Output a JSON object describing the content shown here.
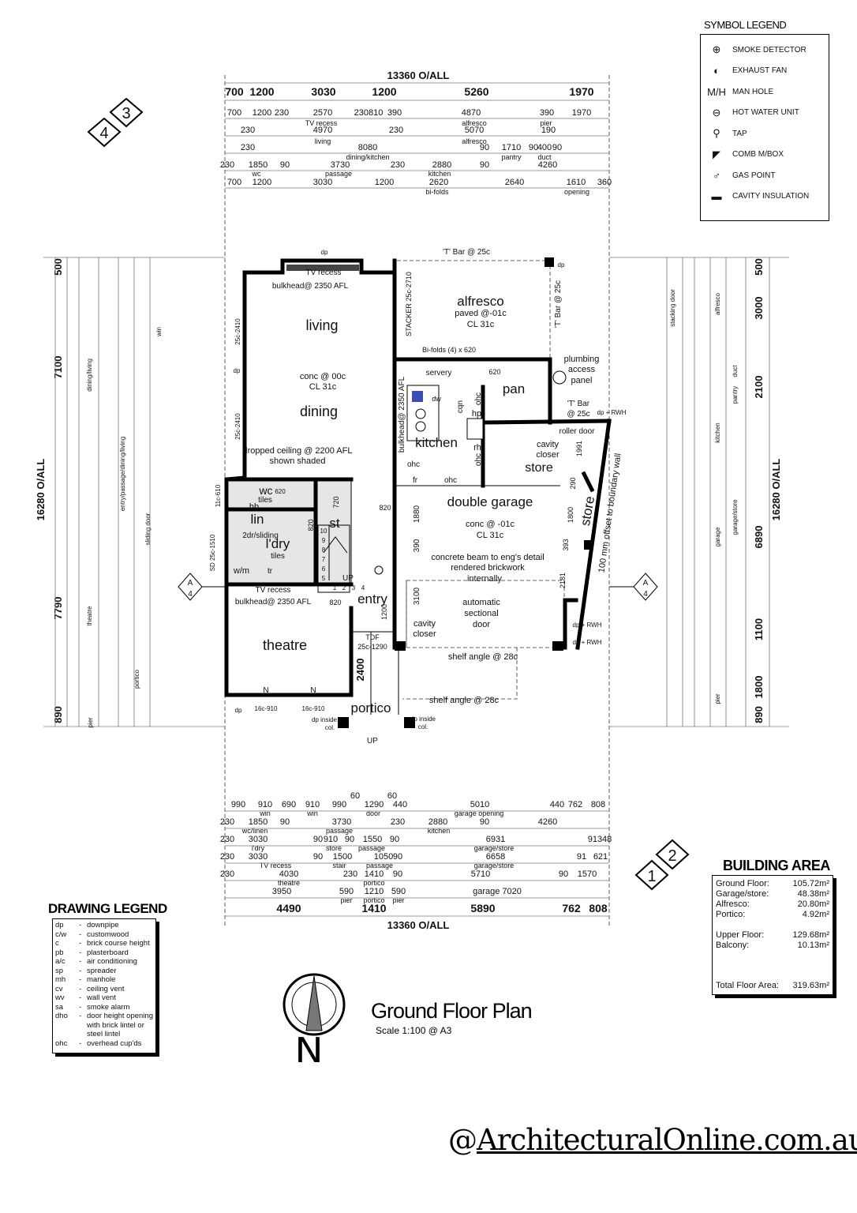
{
  "symbol_legend": {
    "title": "SYMBOL LEGEND",
    "items": [
      {
        "icon": "smoke-detector-icon",
        "glyph": "⊕",
        "label": "SMOKE DETECTOR"
      },
      {
        "icon": "exhaust-fan-icon",
        "glyph": "◐",
        "label": "EXHAUST FAN"
      },
      {
        "icon": "manhole-icon",
        "glyph": "M/H",
        "label": "MAN HOLE"
      },
      {
        "icon": "hot-water-unit-icon",
        "glyph": "⊖",
        "label": "HOT WATER UNIT"
      },
      {
        "icon": "tap-icon",
        "glyph": "⚲",
        "label": "TAP"
      },
      {
        "icon": "meter-box-icon",
        "glyph": "◤",
        "label": "COMB M/BOX"
      },
      {
        "icon": "gas-point-icon",
        "glyph": "♂",
        "label": "GAS POINT"
      },
      {
        "icon": "cavity-insulation-icon",
        "glyph": "▬",
        "label": "CAVITY INSULATION"
      }
    ]
  },
  "building_area": {
    "title": "BUILDING AREA",
    "rows": [
      {
        "label": "Ground Floor:",
        "value": "105.72m²"
      },
      {
        "label": "Garage/store:",
        "value": "48.38m²"
      },
      {
        "label": "Alfresco:",
        "value": "20.80m²"
      },
      {
        "label": "Portico:",
        "value": "4.92m²"
      },
      {
        "label": "Upper Floor:",
        "value": "129.68m²"
      },
      {
        "label": "Balcony:",
        "value": "10.13m²"
      }
    ],
    "total": {
      "label": "Total Floor Area:",
      "value": "319.63m²"
    }
  },
  "drawing_legend": {
    "title": "DRAWING LEGEND",
    "items": [
      [
        "dp",
        "downpipe"
      ],
      [
        "c/w",
        "customwood"
      ],
      [
        "c",
        "brick course height"
      ],
      [
        "pb",
        "plasterboard"
      ],
      [
        "a/c",
        "air conditioning"
      ],
      [
        "sp",
        "spreader"
      ],
      [
        "mh",
        "manhole"
      ],
      [
        "cv",
        "ceiling vent"
      ],
      [
        "wv",
        "wall vent"
      ],
      [
        "sa",
        "smoke alarm"
      ],
      [
        "dho",
        "door height opening with brick lintel or steel lintel"
      ],
      [
        "ohc",
        "overhead cup'ds"
      ]
    ]
  },
  "top_dimensions": {
    "overall": "13360 O/ALL",
    "rows": [
      [
        "700",
        "1200",
        "3030",
        "1200",
        "5260",
        "1970"
      ],
      [
        "700",
        "1200",
        "230",
        "2570",
        "230810",
        "390",
        "4870",
        "390",
        "1970"
      ],
      [
        "TV recess",
        "alfresco",
        "pier"
      ],
      [
        "230",
        "4970",
        "230",
        "5070",
        "190"
      ],
      [
        "living",
        "alfresco"
      ],
      [
        "230",
        "8080",
        "90",
        "1710",
        "90",
        "400",
        "90"
      ],
      [
        "dining/kitchen",
        "pantry",
        "duct"
      ],
      [
        "230",
        "1850",
        "90",
        "3730",
        "230",
        "2880",
        "90",
        "4260"
      ],
      [
        "wc",
        "passage",
        "kitchen"
      ],
      [
        "700",
        "1200",
        "3030",
        "1200",
        "2620",
        "2640",
        "1610",
        "360"
      ],
      [
        "bi-folds",
        "opening"
      ]
    ]
  },
  "bottom_dimensions": {
    "overall": "13360 O/ALL",
    "rows": [
      [
        "990",
        "910",
        "690",
        "910",
        "990",
        "60",
        "1290",
        "60",
        "440",
        "5010",
        "440",
        "762",
        "808"
      ],
      [
        "win",
        "win",
        "door",
        "garage opening"
      ],
      [
        "230",
        "1850",
        "90",
        "3730",
        "230",
        "2880",
        "90",
        "4260"
      ],
      [
        "wc/linen",
        "passage",
        "kitchen"
      ],
      [
        "230",
        "3030",
        "90",
        "910",
        "90",
        "1550",
        "90",
        "6931",
        "91348"
      ],
      [
        "l'dry",
        "store",
        "passage",
        "garage/store"
      ],
      [
        "230",
        "3030",
        "90",
        "1500",
        "1050",
        "90",
        "6658",
        "91",
        "621"
      ],
      [
        "TV recess",
        "stair",
        "passage",
        "garage/store"
      ],
      [
        "230",
        "4030",
        "230",
        "1410",
        "90",
        "5710",
        "90",
        "1570"
      ],
      [
        "theatre",
        "portico"
      ],
      [
        "3950",
        "590",
        "1210",
        "590",
        "garage 7020"
      ],
      [
        "pier",
        "portico",
        "pier"
      ],
      [
        "4490",
        "1410",
        "5890",
        "762",
        "808"
      ]
    ]
  },
  "left_dimensions": {
    "overall": "16280 O/ALL",
    "main": [
      "500",
      "7100",
      "7790",
      "890"
    ],
    "notes": [
      "dining/living",
      "entry/passage/dining/living",
      "theatre",
      "portico",
      "win",
      "sliding door",
      "pier"
    ]
  },
  "right_dimensions": {
    "overall": "16280 O/ALL",
    "main": [
      "500",
      "3000",
      "2100",
      "6890",
      "1100",
      "1800",
      "890"
    ],
    "notes": [
      "stacking door",
      "alfresco",
      "pantry",
      "kitchen",
      "garage/store",
      "garage",
      "pier",
      "duct"
    ]
  },
  "plan_labels": {
    "tv_recess_top": "TV recess",
    "bulkhead_top": "bulkhead@ 2350 AFL",
    "living": "living",
    "conc_00": "conc @ 00c",
    "cl31_living": "CL 31c",
    "dining": "dining",
    "dropped_ceiling": "dropped ceiling @ 2200 AFL",
    "shown_shaded": "shown shaded",
    "win_2410a": "25c-2410",
    "win_2410b": "25c-2410",
    "dp_top": "dp",
    "dp_left": "dp",
    "alfresco": "alfresco",
    "paved": "paved @-01c",
    "cl31_alfresco": "CL 31c",
    "tbar_top": "'T' Bar @ 25c",
    "tbar_side": "'T' Bar @ 25c",
    "stacker": "STACKER 25c-2710",
    "bifolds": "Bi-folds (4) x 620",
    "servery": "servery",
    "d620_pan": "620",
    "pan": "pan",
    "plumbing1": "plumbing",
    "plumbing2": "access",
    "plumbing3": "panel",
    "tbar2a": "'T' Bar",
    "tbar2b": "@ 25c",
    "dp_rwh1": "dp + RWH",
    "dp_alf": "dp",
    "kitchen": "kitchen",
    "bulkhead_kitchen": "bulkhead@ 2350 AFL",
    "dw": "dw",
    "hp": "hp",
    "rh": "rh",
    "cqn": "cqn",
    "ohc1": "ohc",
    "ohc2": "ohc",
    "ohc3": "ohc",
    "ohc4": "ohc",
    "fr": "fr",
    "roller_door": "roller door",
    "cavity1": "cavity",
    "closer1": "closer",
    "store_small": "store",
    "d1991": "1991",
    "d290": "290",
    "d1800": "1800",
    "d393": "393",
    "d2181": "2181",
    "store_side": "store",
    "offset": "100 mm offset to boundary wall",
    "double_garage": "double garage",
    "conc_01": "conc @ -01c",
    "cl31_garage": "CL 31c",
    "d1880": "1880",
    "d390": "390",
    "beam1": "concrete beam to eng's detail",
    "beam2": "rendered brickwork",
    "beam3": "internally",
    "d3100": "3100",
    "auto1": "automatic",
    "auto2": "sectional",
    "auto3": "door",
    "cavity2": "cavity",
    "closer2": "closer",
    "dp_rwh2": "dp + RWH",
    "dp_rwh3": "dp + RWH",
    "shelf1": "shelf angle @ 28c",
    "shelf2": "shelf angle @ 28c",
    "wc": "wc",
    "wc_tiles": "tiles",
    "hb": "hb",
    "d620_wc": "620",
    "win_610": "11c-610",
    "lin": "lin",
    "sliding": "2dr/sliding",
    "ldry": "l'dry",
    "ldry_tiles": "tiles",
    "wm": "w/m",
    "tr": "tr",
    "sd_1510": "SD 25c-1510",
    "d820a": "820",
    "d720": "720",
    "st": "st",
    "up_stair": "UP",
    "d820b": "820",
    "entry": "entry",
    "d820c": "820",
    "d1200": "1200",
    "tv_recess_theatre": "TV recess",
    "bulkhead_theatre": "bulkhead@ 2350 AFL",
    "theatre": "theatre",
    "tdf1": "TDF",
    "tdf2": "25c-1290",
    "d2400": "2400",
    "n1": "N",
    "n2": "N",
    "win_910a": "16c-910",
    "win_910b": "16c-910",
    "dp_bottom": "dp",
    "portico": "portico",
    "dp_col1": "dp inside",
    "dp_col1b": "col.",
    "dp_col2": "dp inside",
    "dp_col2b": "col.",
    "up_portico": "UP",
    "stairs": [
      "10",
      "9",
      "8",
      "7",
      "6",
      "5",
      "4",
      "3",
      "2",
      "1"
    ],
    "section_a": "A",
    "section_4": "4"
  },
  "markers": {
    "top_left": [
      "4",
      "3"
    ],
    "bottom_right": [
      "1",
      "2"
    ]
  },
  "title": {
    "main": "Ground Floor Plan",
    "scale": "Scale 1:100 @ A3",
    "north": "N"
  },
  "brand": {
    "prefix": "@",
    "text": "ArchitecturalOnline.com.au"
  }
}
